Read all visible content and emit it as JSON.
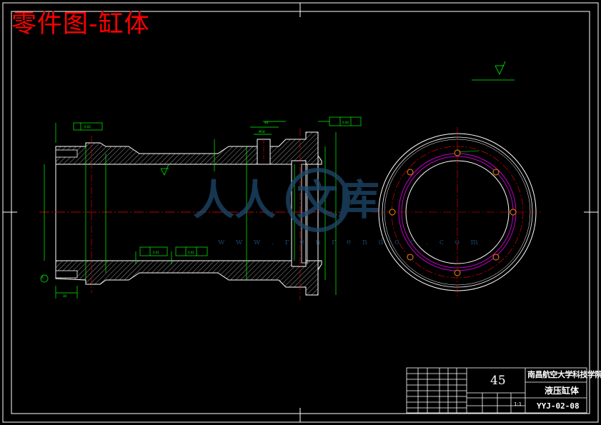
{
  "title": "零件图-缸体",
  "title_block": {
    "material": "45",
    "school": "南昌航空大学科技学院",
    "part_name": "液压缸体",
    "drawing_number": "YYJ-02-08",
    "scale": "1:1"
  },
  "watermark": {
    "text": "人人文库",
    "url": "w w w . r e n r e n d o c . c o m"
  },
  "colors": {
    "background": "#000000",
    "outline": "#ffffff",
    "dimension": "#00ff00",
    "centerline": "#ff0000",
    "title": "#ff0000",
    "bolt_holes": "#ff8c00",
    "inner_circle": "#c000c0",
    "watermark": "#1e4a6e"
  }
}
